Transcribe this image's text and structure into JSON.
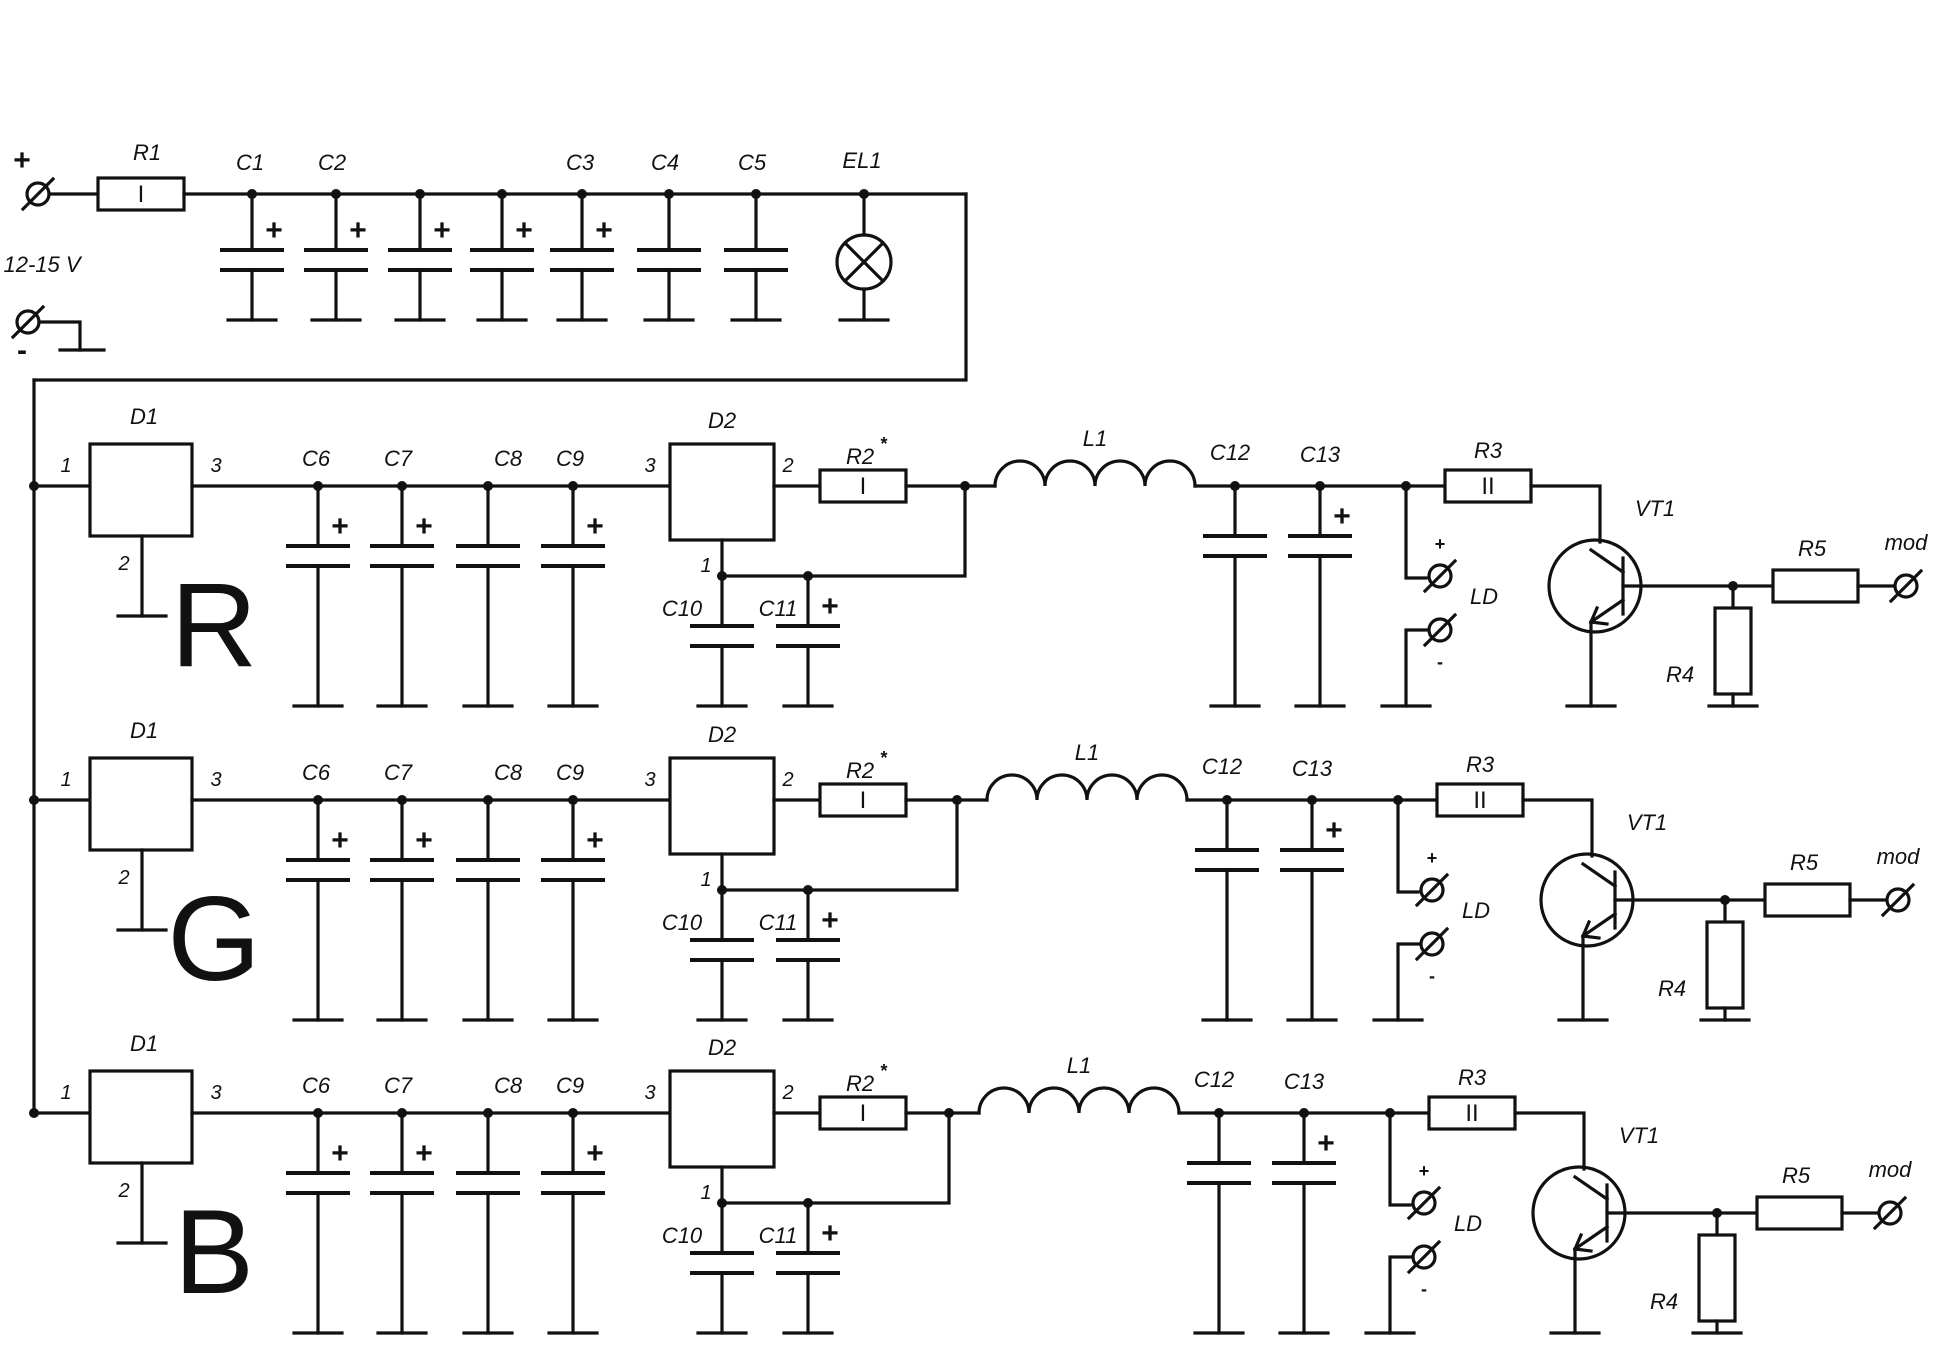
{
  "supply": {
    "plus_sign": "+",
    "minus_sign": "-",
    "voltage_label": "12-15 V",
    "r1": "R1",
    "capacitors": [
      {
        "label": "C1",
        "polarity": "+"
      },
      {
        "label": "C2",
        "polarity": "+"
      },
      {
        "label": "",
        "polarity": "+"
      },
      {
        "label": "",
        "polarity": "+"
      },
      {
        "label": "C3",
        "polarity": "+"
      },
      {
        "label": "C4",
        "polarity": ""
      },
      {
        "label": "C5",
        "polarity": ""
      }
    ],
    "lamp": "EL1"
  },
  "resistor_marks": {
    "single": "I",
    "double": "II"
  },
  "channels": [
    {
      "color_letter": "R",
      "d1": "D1",
      "d1_pins": [
        "1",
        "2",
        "3"
      ],
      "caps_in": [
        {
          "label": "C6",
          "polarity": "+"
        },
        {
          "label": "C7",
          "polarity": "+"
        },
        {
          "label": "C8",
          "polarity": ""
        },
        {
          "label": "C9",
          "polarity": "+"
        }
      ],
      "d2": "D2",
      "d2_pins": [
        "1",
        "2",
        "3"
      ],
      "c10": "C10",
      "c11": "C11",
      "c11_polarity": "+",
      "r2": "R2",
      "r2_mark": "*",
      "l1": "L1",
      "c12": "C12",
      "c13": "C13",
      "c13_polarity": "+",
      "r3": "R3",
      "ld": "LD",
      "ld_plus": "+",
      "ld_minus": "-",
      "vt1": "VT1",
      "r4": "R4",
      "r5": "R5",
      "mod": "mod"
    },
    {
      "color_letter": "G",
      "d1": "D1",
      "d1_pins": [
        "1",
        "2",
        "3"
      ],
      "caps_in": [
        {
          "label": "C6",
          "polarity": "+"
        },
        {
          "label": "C7",
          "polarity": "+"
        },
        {
          "label": "C8",
          "polarity": ""
        },
        {
          "label": "C9",
          "polarity": "+"
        }
      ],
      "d2": "D2",
      "d2_pins": [
        "1",
        "2",
        "3"
      ],
      "c10": "C10",
      "c11": "C11",
      "c11_polarity": "+",
      "r2": "R2",
      "r2_mark": "*",
      "l1": "L1",
      "c12": "C12",
      "c13": "C13",
      "c13_polarity": "+",
      "r3": "R3",
      "ld": "LD",
      "ld_plus": "+",
      "ld_minus": "-",
      "vt1": "VT1",
      "r4": "R4",
      "r5": "R5",
      "mod": "mod"
    },
    {
      "color_letter": "B",
      "d1": "D1",
      "d1_pins": [
        "1",
        "2",
        "3"
      ],
      "caps_in": [
        {
          "label": "C6",
          "polarity": "+"
        },
        {
          "label": "C7",
          "polarity": "+"
        },
        {
          "label": "C8",
          "polarity": ""
        },
        {
          "label": "C9",
          "polarity": "+"
        }
      ],
      "d2": "D2",
      "d2_pins": [
        "1",
        "2",
        "3"
      ],
      "c10": "C10",
      "c11": "C11",
      "c11_polarity": "+",
      "r2": "R2",
      "r2_mark": "*",
      "l1": "L1",
      "c12": "C12",
      "c13": "C13",
      "c13_polarity": "+",
      "r3": "R3",
      "ld": "LD",
      "ld_plus": "+",
      "ld_minus": "-",
      "vt1": "VT1",
      "r4": "R4",
      "r5": "R5",
      "mod": "mod"
    }
  ]
}
